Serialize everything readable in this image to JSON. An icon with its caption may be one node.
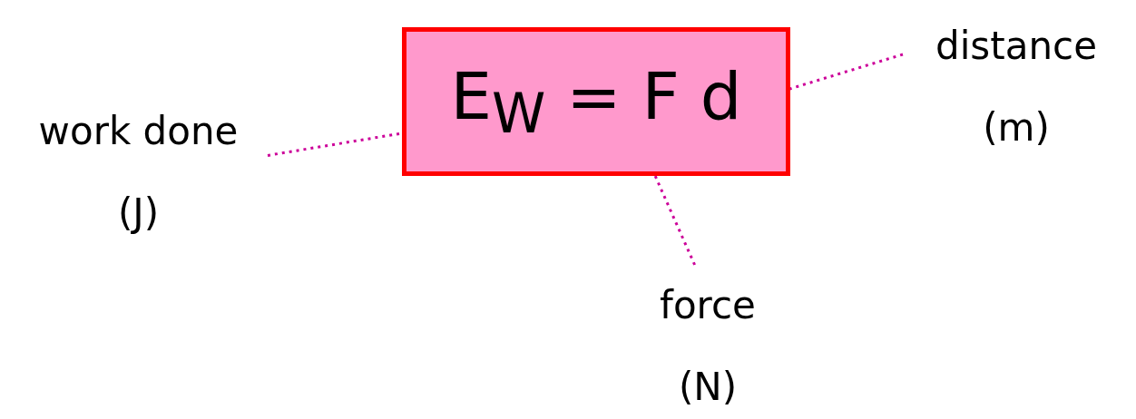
{
  "diagram": {
    "nodes": [
      {
        "text": [
          "E$_{W}$ = F d"
        ]
      },
      {
        "text": [
          "distance (m)"
        ]
      },
      {
        "text": [
          "work done (J)"
        ]
      },
      {
        "text": [
          "force (N)"
        ]
      }
    ],
    "edges": [
      {
        "from": 2,
        "to": 0,
        "arrow": "none",
        "style": "dashed"
      },
      {
        "from": 3,
        "to": 0,
        "arrow": "none",
        "style": "dashed"
      },
      {
        "from": 1,
        "to": 0,
        "arrow": "none",
        "style": "dashed"
      }
    ]
  }
}
